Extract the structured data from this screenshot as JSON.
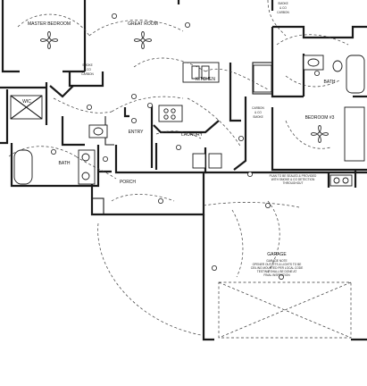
{
  "rooms": {
    "master_bedroom": "MASTER BEDROOM",
    "great_room": "GREAT ROOM",
    "kitchen": "KITCHEN",
    "wic": "WIC",
    "bath_main": "BATH",
    "entry": "ENTRY",
    "laundry": "LAUNDRY",
    "porch": "PORCH",
    "garage": "GARAGE",
    "bath_right": "BATH",
    "bedroom3": "BEDROOM #3"
  },
  "notes": {
    "smoke_carbon_left": [
      "SMOKE",
      "& CO",
      "CARBON"
    ],
    "smoke_carbon_top": [
      "SMOKE",
      "& CO",
      "CARBON"
    ],
    "smoke_carbon_right": [
      "CARBON",
      "& CO",
      "SMOKE"
    ],
    "garage_note_top": [
      "PLAN TO BE SEALED & PROVIDED",
      "WITH SMOKE & CO DETECTION",
      "THROUGHOUT"
    ],
    "garage_note_mid": [
      "GARAGE NOTE",
      "OPENER OUTLETS & LIGHTS TO BE",
      "CEILING MOUNTED PER LOCAL CODE",
      "TESTING SHALL BE DONE AT",
      "FINAL INSPECTION"
    ]
  }
}
